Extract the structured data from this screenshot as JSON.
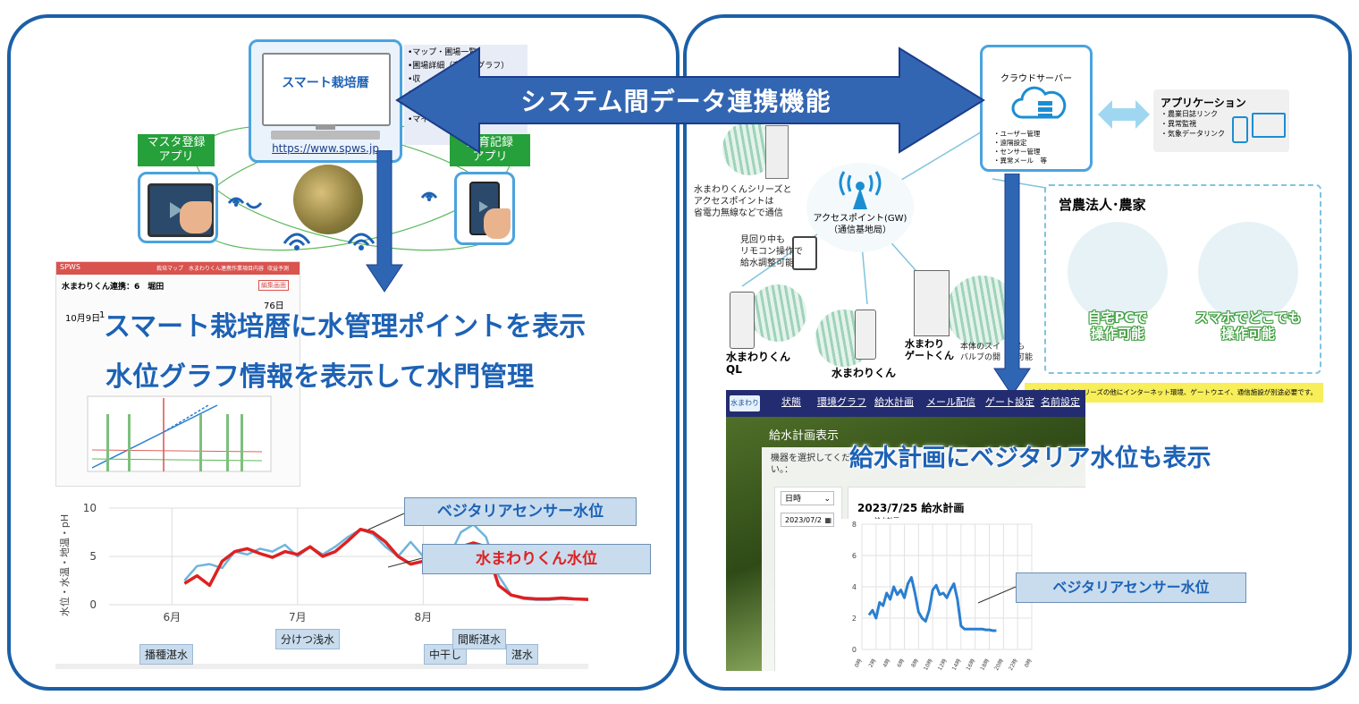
{
  "center_arrow_label": "システム間データ連携機能",
  "left": {
    "calendar_box_title": "スマート栽培暦",
    "calendar_url": "https://www.spws.jp",
    "calendar_menu": [
      "•マップ・圃場一覧",
      "•圃場詳細（育子圏グラフ）",
      "•収",
      "•",
      "•",
      "•マイ"
    ],
    "master_app_label": [
      "マスタ登録",
      "アプリ"
    ],
    "growth_app_label": [
      "生育記録",
      "アプリ"
    ],
    "headline_1": "スマート栽培暦に水管理ポイントを表示",
    "headline_2": "水位グラフ情報を表示して水門管理",
    "screenshot": {
      "brand": "SPWS",
      "nav": [
        "栽培マップ",
        "水まわりくん連携",
        "作業項目内容",
        "収益予測"
      ],
      "field_title": "水まわりくん連携：6　堀田",
      "date_1": "10月9日",
      "date_2": "1",
      "date_3": "76日",
      "button": "編集画面"
    },
    "callout_vegitalia": "ベジタリアセンサー水位",
    "callout_mizumawari": "水まわりくん水位",
    "stages": [
      "播種湛水",
      "分けつ浅水",
      "中干し",
      "間断湛水",
      "湛水"
    ]
  },
  "right": {
    "cloud_title": "クラウドサーバー",
    "cloud_items": [
      "・ユーザー管理",
      "・遠隔設定",
      "・センサー管理",
      "・異常メール　等"
    ],
    "app_title": "アプリケーション",
    "app_items": [
      "・農業日誌リンク",
      "・異常監視",
      "・気象データリンク"
    ],
    "sensor_note": [
      "水まわりくんシリーズと",
      "アクセスポイントは",
      "省電力無線などで通信"
    ],
    "remote_note": [
      "見回り中も",
      "リモコン操作で",
      "給水調整可能"
    ],
    "gateway_label": [
      "アクセスポイント(GW)",
      "（通信基地局）"
    ],
    "device_ql": [
      "水まわりくん",
      "QL"
    ],
    "device_basic": "水まわりくん",
    "device_gate": [
      "水まわり",
      "ゲートくん"
    ],
    "device_gate_note": [
      "本体のスイ　でも",
      "バルブの開　　可能"
    ],
    "farm_title": "営農法人･農家",
    "home_pc": [
      "自宅PCで",
      "操作可能"
    ],
    "smartphone": [
      "スマホでどこでも",
      "操作可能"
    ],
    "footnote": "※水まわりくんシリーズの他にインターネット環境、ゲートウエイ、通信施設が別途必要です。",
    "app_logo": "水まわり",
    "nav": [
      "状態",
      "環境グラフ",
      "給水計画",
      "メール配信",
      "ゲート設定",
      "名前設定"
    ],
    "page_title": "給水計画表示",
    "select_prompt": [
      "機器を選択してくだ",
      "い。："
    ],
    "select_value": "日時",
    "date_value": "2023/07/2",
    "headline": "給水計画にベジタリア水位も表示",
    "chart_title": "2023/7/25 給水計画",
    "legend": "給水計画",
    "callout_vegitalia": "ベジタリアセンサー水位"
  },
  "chart_data": [
    {
      "type": "line",
      "ylabel": "水位・水温・地温・pH",
      "x_ticks": [
        "6月",
        "7月",
        "8月"
      ],
      "ylim": [
        0,
        10
      ],
      "y_ticks": [
        0,
        5,
        10
      ],
      "grid": true,
      "series": [
        {
          "name": "ベジタリアセンサー水位",
          "color": "#6fb4dd",
          "x": [
            0,
            2,
            4,
            6,
            8,
            10,
            12,
            14,
            16,
            18,
            20,
            22,
            24,
            26,
            28,
            30,
            32,
            34,
            36,
            38,
            40,
            42,
            44,
            46,
            48,
            50,
            52,
            54,
            56,
            58,
            60,
            62,
            64,
            66,
            68,
            70
          ],
          "y": [
            2.5,
            4,
            4.2,
            3.8,
            5.5,
            5.2,
            5.8,
            5.5,
            6.2,
            5,
            6,
            5.2,
            6,
            7,
            7.8,
            7.3,
            6,
            5,
            6.5,
            5,
            5.2,
            4.8,
            7.5,
            8.3,
            7,
            3,
            1,
            0.6,
            0.5,
            0.5,
            0.6,
            0.55,
            0.5,
            0.45,
            0.5,
            0.4
          ]
        },
        {
          "name": "水まわりくん水位",
          "color": "#e02020",
          "x": [
            0,
            2,
            4,
            6,
            8,
            10,
            12,
            14,
            16,
            18,
            20,
            22,
            24,
            26,
            28,
            30,
            32,
            34,
            36,
            38,
            40,
            42,
            44,
            46,
            48,
            50,
            52,
            54,
            56,
            58,
            60,
            62,
            64,
            66,
            68,
            70
          ],
          "y": [
            2.2,
            3,
            2,
            4.5,
            5.5,
            5.8,
            5.3,
            4.9,
            5.5,
            5.2,
            6,
            5,
            5.5,
            6.6,
            7.8,
            7.5,
            6.5,
            5,
            4.2,
            4.5,
            4.6,
            4.8,
            6,
            6.4,
            6,
            2,
            1,
            0.7,
            0.6,
            0.6,
            0.7,
            0.6,
            0.55,
            0.5,
            0.45,
            0.4
          ]
        }
      ]
    },
    {
      "type": "line",
      "title": "2023/7/25 給水計画",
      "y_ticks": [
        0,
        2,
        4,
        6,
        8
      ],
      "ylim": [
        0,
        8
      ],
      "x_ticks": [
        "0時",
        "2時",
        "4時",
        "6時",
        "8時",
        "10時",
        "12時",
        "14時",
        "16時",
        "18時",
        "20時",
        "22時",
        "0時"
      ],
      "grid": true,
      "series": [
        {
          "name": "ベジタリアセンサー水位",
          "color": "#2a7fd0",
          "x": [
            0,
            0.5,
            1,
            1.5,
            2,
            2.5,
            3,
            3.5,
            4,
            4.5,
            5,
            5.5,
            6,
            6.5,
            7,
            7.5,
            8,
            8.5,
            9,
            9.5,
            10,
            10.5,
            11,
            11.5,
            12,
            12.5,
            13,
            13.5,
            14,
            14.5,
            15,
            15.5,
            16,
            16.5,
            17,
            17.5,
            18
          ],
          "y": [
            2.2,
            2.5,
            2,
            3,
            2.8,
            3.6,
            3.2,
            4,
            3.5,
            3.8,
            3.3,
            4.2,
            4.6,
            3.6,
            2.4,
            2,
            1.8,
            2.5,
            3.8,
            4.1,
            3.5,
            3.6,
            3.3,
            3.8,
            4.2,
            3.2,
            1.5,
            1.3,
            1.3,
            1.3,
            1.3,
            1.3,
            1.3,
            1.25,
            1.25,
            1.2,
            1.2
          ]
        }
      ]
    }
  ]
}
